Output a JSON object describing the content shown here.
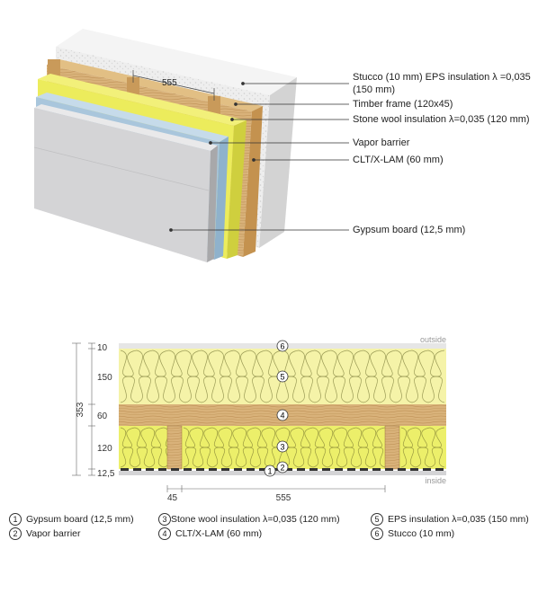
{
  "iso_callouts": [
    {
      "id": "stucco",
      "text": "Stucco (10 mm) EPS insulation λ =0,035 (150 mm)"
    },
    {
      "id": "timber",
      "text": "Timber frame (120x45)"
    },
    {
      "id": "stonewool",
      "text": "Stone wool insulation λ=0,035 (120 mm)"
    },
    {
      "id": "vapor",
      "text": "Vapor barrier"
    },
    {
      "id": "clt",
      "text": "CLT/X-LAM (60 mm)"
    },
    {
      "id": "gypsum",
      "text": "Gypsum board (12,5 mm)"
    }
  ],
  "iso_dimension": "555",
  "section": {
    "outside_label": "outside",
    "inside_label": "inside",
    "total_thickness": "353",
    "layer_thicknesses": [
      "10",
      "150",
      "60",
      "120",
      "12,5"
    ],
    "bottom_dims": [
      "45",
      "555"
    ],
    "markers": [
      "1",
      "2",
      "3",
      "4",
      "5",
      "6"
    ]
  },
  "legend": [
    {
      "num": "1",
      "text": "Gypsum board (12,5 mm)"
    },
    {
      "num": "2",
      "text": "Vapor barrier"
    },
    {
      "num": "3",
      "text": "Stone wool insulation λ=0,035 (120 mm)"
    },
    {
      "num": "4",
      "text": "CLT/X-LAM (60 mm)"
    },
    {
      "num": "5",
      "text": "EPS insulation λ=0,035 (150 mm)"
    },
    {
      "num": "6",
      "text": "Stucco (10 mm)"
    }
  ],
  "colors": {
    "stucco": "#e6e6e6",
    "eps": "#f5f3a8",
    "stonewool": "#ecef6a",
    "wood": "#d9b27a",
    "vapor": "#a9c6dc",
    "gypsum": "#d4d4d6"
  }
}
